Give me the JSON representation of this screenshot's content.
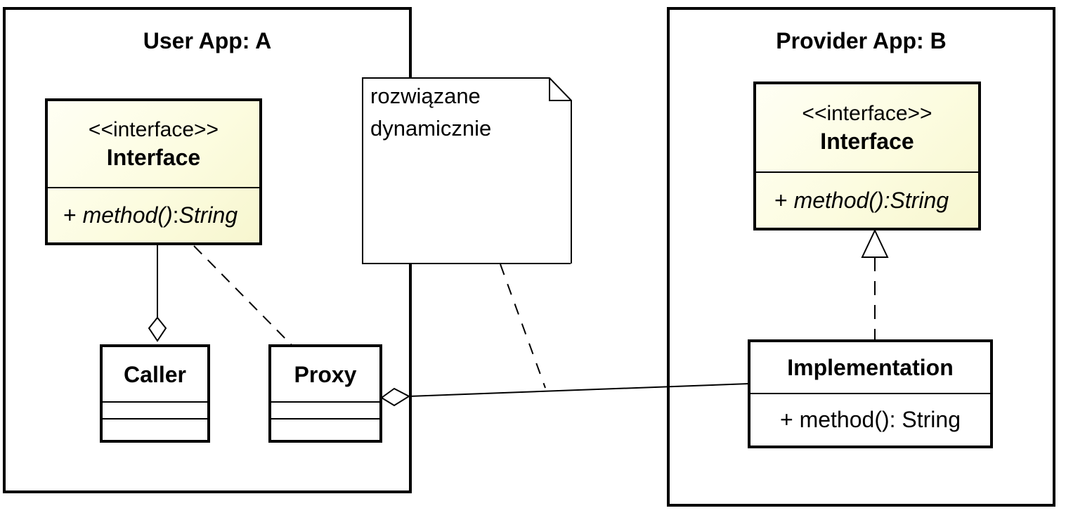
{
  "frames": {
    "user_app": {
      "title": "User App: A"
    },
    "provider_app": {
      "title": "Provider App: B"
    }
  },
  "classes": {
    "user_interface": {
      "stereotype": "<<interface>>",
      "name": "Interface",
      "operation": {
        "visibility": "+",
        "name": "method()",
        "sep": ": ",
        "return_type": "String"
      }
    },
    "caller": {
      "name": "Caller"
    },
    "proxy": {
      "name": "Proxy"
    },
    "provider_interface": {
      "stereotype": "<<interface>>",
      "name": "Interface",
      "operation": {
        "visibility": "+",
        "name": "method()",
        "sep": ": ",
        "return_type": "String"
      }
    },
    "implementation": {
      "name": "Implementation",
      "operation": "+ method(): String"
    }
  },
  "note": {
    "lines": [
      "rozwiązane",
      "dynamicznie"
    ]
  },
  "relations": [
    {
      "type": "aggregation",
      "from": "caller",
      "to": "user_interface"
    },
    {
      "type": "dependency",
      "from": "proxy",
      "to": "user_interface"
    },
    {
      "type": "aggregation",
      "from": "proxy",
      "to": "implementation"
    },
    {
      "type": "realization",
      "from": "implementation",
      "to": "provider_interface"
    },
    {
      "type": "note-anchor",
      "from": "note",
      "to": "proxy-implementation-link"
    }
  ],
  "colors": {
    "interface_fill": "#fcfce0",
    "line": "#000000",
    "background": "#ffffff"
  }
}
